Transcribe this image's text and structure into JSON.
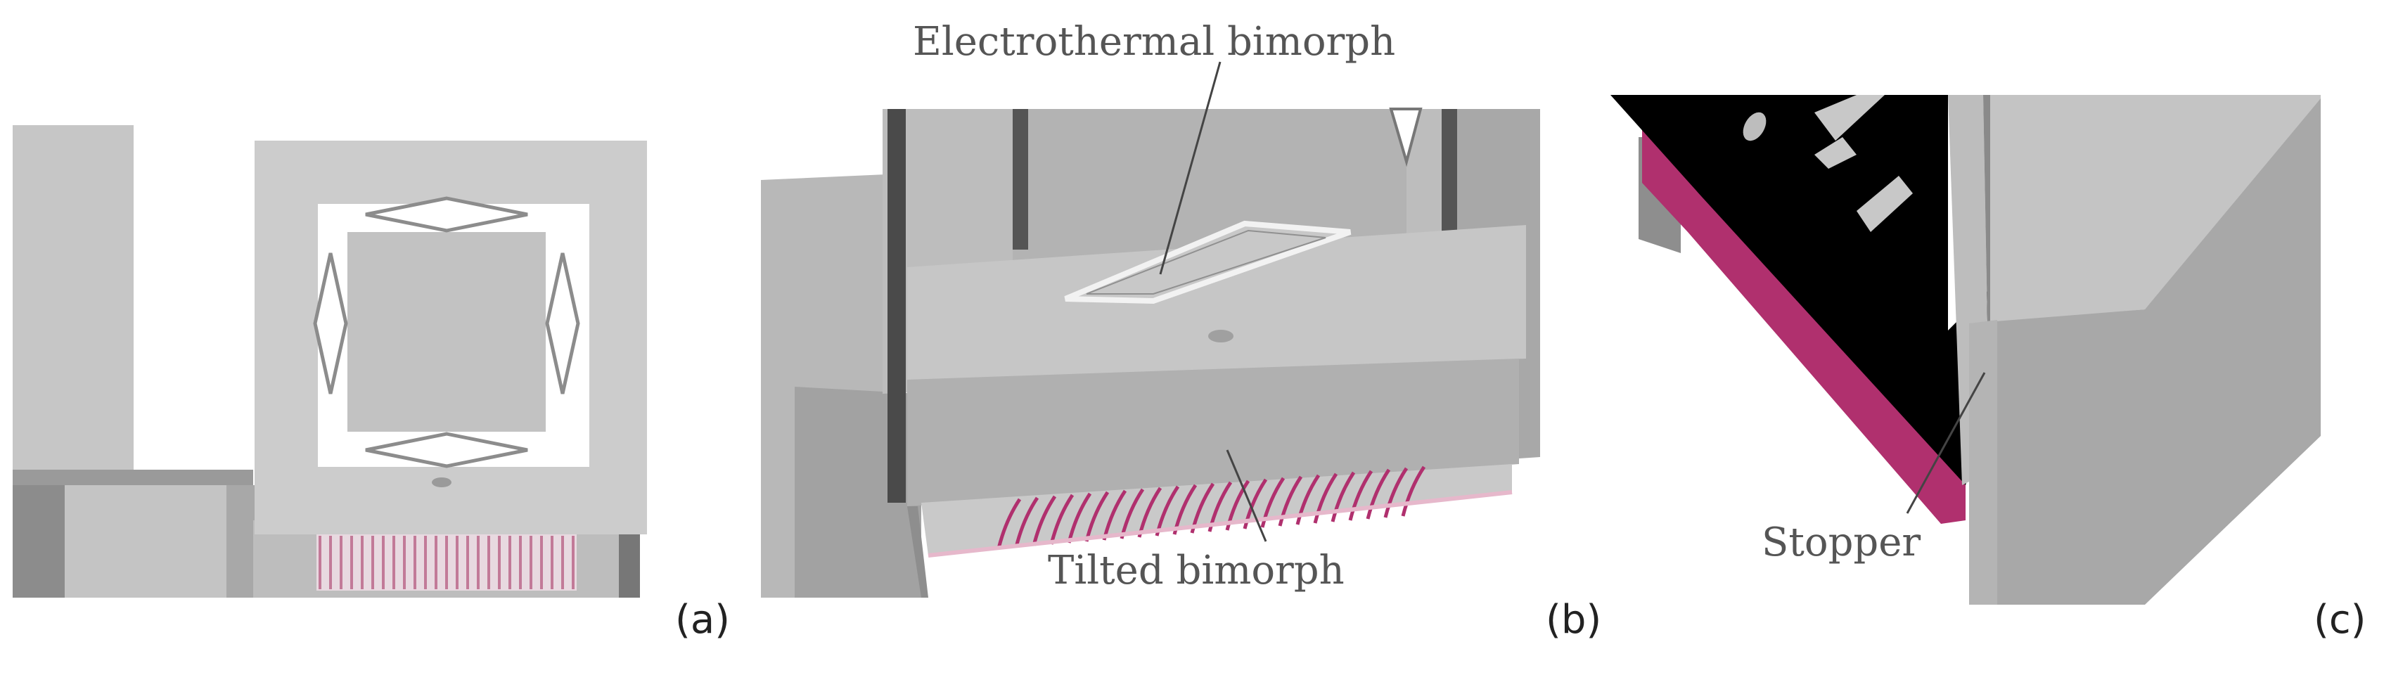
{
  "annotations": {
    "electrothermal": "Electrothermal bimorph",
    "tilted": "Tilted bimorph",
    "stopper": "Stopper"
  },
  "panels": {
    "a": "(a)",
    "b": "(b)",
    "c": "(c)"
  },
  "colors": {
    "background": "#ffffff",
    "light_gray": "#c9c9c9",
    "mid_gray": "#b0b0b0",
    "dark_gray": "#7d7d7d",
    "black": "#000000",
    "magenta": "#b0306e",
    "pink_fringe": "#d98aa8",
    "label_gray": "#555555"
  }
}
